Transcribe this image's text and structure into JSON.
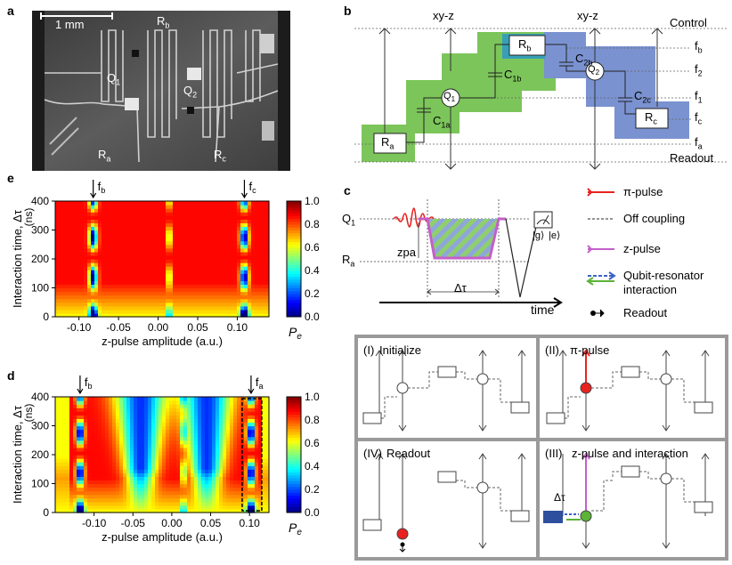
{
  "panel_a": {
    "label": "a",
    "scale_bar": "1 mm",
    "labels": {
      "rb": "R",
      "rb_sub": "b",
      "q1": "Q",
      "q1_sub": "1",
      "q2": "Q",
      "q2_sub": "2",
      "ra": "R",
      "ra_sub": "a",
      "rc": "R",
      "rc_sub": "c"
    }
  },
  "panel_b": {
    "label": "b",
    "xyz_left": "xy-z",
    "xyz_right": "xy-z",
    "control": "Control",
    "readout": "Readout",
    "rb": "R",
    "rb_sub": "b",
    "ra": "R",
    "ra_sub": "a",
    "rc": "R",
    "rc_sub": "c",
    "q1": "Q",
    "q1_sub": "1",
    "q2": "Q",
    "q2_sub": "2",
    "c1a": "C",
    "c1a_sub": "1a",
    "c1b": "C",
    "c1b_sub": "1b",
    "c2b": "C",
    "c2b_sub": "2b",
    "c2c": "C",
    "c2c_sub": "2c",
    "freqs": [
      {
        "t": "f",
        "s": "b"
      },
      {
        "t": "f",
        "s": "2"
      },
      {
        "t": "f",
        "s": "1"
      },
      {
        "t": "f",
        "s": "c"
      },
      {
        "t": "f",
        "s": "a"
      }
    ]
  },
  "panel_c": {
    "label": "c",
    "q1": "Q",
    "q1_sub": "1",
    "ra": "R",
    "ra_sub": "a",
    "zpa": "zpa",
    "dtau": "Δτ",
    "time": "time",
    "gket": "|g⟩",
    "eket": "|e⟩",
    "legend": [
      {
        "label": "π-pulse",
        "color": "#e8221f"
      },
      {
        "label": "Off coupling",
        "color": "#555555"
      },
      {
        "label": "z-pulse",
        "color": "#c45fc9"
      },
      {
        "label": "Qubit-resonator interaction",
        "line1": "Qubit-resonator",
        "line2": "interaction",
        "color": "#3b62c4"
      },
      {
        "label": "Readout",
        "color": "#000000"
      }
    ]
  },
  "steps": [
    {
      "num": "(I)",
      "title": "Initialize"
    },
    {
      "num": "(II)",
      "title": "π-pulse"
    },
    {
      "num": "(IV)",
      "title": "Readout"
    },
    {
      "num": "(III)",
      "title": "z-pulse and interaction"
    }
  ],
  "step3_dtau": "Δτ",
  "chart_data": [
    {
      "type": "heatmap",
      "panel": "e",
      "xlabel": "z-pulse amplitude   (a.u.)",
      "ylabel": "Interaction time, Δτ",
      "yunit": "(ns)",
      "xlim": [
        -0.13,
        0.14
      ],
      "ylim": [
        0,
        400
      ],
      "xticks": [
        "-0.10",
        "-0.05",
        "0.00",
        "0.05",
        "0.10"
      ],
      "xtick_values": [
        -0.1,
        -0.05,
        0.0,
        0.05,
        0.1
      ],
      "yticks": [
        "0",
        "100",
        "200",
        "300",
        "400"
      ],
      "ytick_values": [
        0,
        100,
        200,
        300,
        400
      ],
      "colorbar": {
        "label": "P",
        "label_sub": "e",
        "min": 0,
        "max": 1,
        "ticks": [
          "0.0",
          "0.2",
          "0.4",
          "0.6",
          "0.8",
          "1.0"
        ]
      },
      "markers": [
        {
          "text": "f",
          "sub": "b",
          "x": -0.082
        },
        {
          "text": "f",
          "sub": "c",
          "x": 0.109
        }
      ]
    },
    {
      "type": "heatmap",
      "panel": "d",
      "xlabel": "z-pulse amplitude   (a.u.)",
      "ylabel": "Interaction time, Δτ",
      "yunit": "(ns)",
      "xlim": [
        -0.15,
        0.125
      ],
      "ylim": [
        0,
        400
      ],
      "xticks": [
        "-0.10",
        "-0.05",
        "0.00",
        "0.05",
        "0.10"
      ],
      "xtick_values": [
        -0.1,
        -0.05,
        0.0,
        0.05,
        0.1
      ],
      "yticks": [
        "0",
        "100",
        "200",
        "300",
        "400"
      ],
      "ytick_values": [
        0,
        100,
        200,
        300,
        400
      ],
      "colorbar": {
        "label": "P",
        "label_sub": "e",
        "min": 0,
        "max": 1,
        "ticks": [
          "0.0",
          "0.2",
          "0.4",
          "0.6",
          "0.8",
          "1.0"
        ]
      },
      "markers": [
        {
          "text": "f",
          "sub": "b",
          "x": -0.118
        },
        {
          "text": "f",
          "sub": "a",
          "x": 0.102
        }
      ]
    }
  ]
}
